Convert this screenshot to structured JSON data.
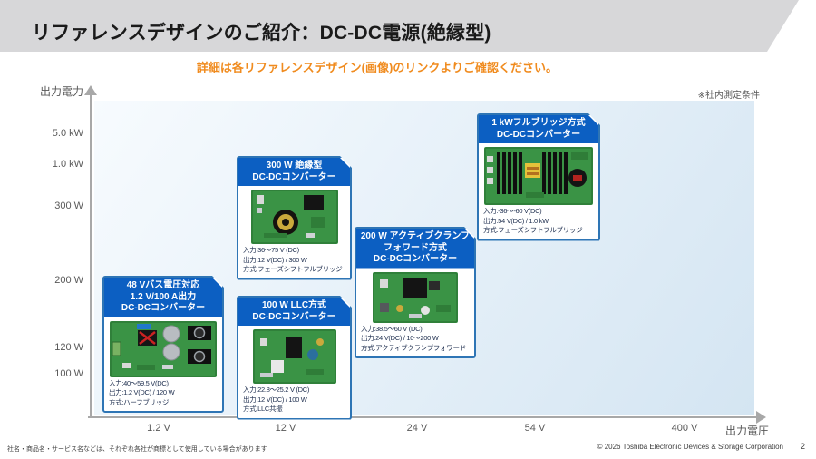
{
  "slide": {
    "title": "リファレンスデザインのご紹介：DC-DC電源(絶縁型)",
    "subtitle": "詳細は各リファレンスデザイン(画像)のリンクよりご確認ください。",
    "note": "※社内測定条件",
    "footer_left": "社名・商品名・サービス名などは、それぞれ各社が商標として使用している場合があります",
    "footer_copyright": "© 2026 Toshiba Electronic Devices & Storage Corporation",
    "page_number": "2"
  },
  "colors": {
    "header_bar_gray": "#d7d7d9",
    "card_header_blue": "#0c5fc2",
    "card_border_blue": "#2e75b5",
    "subtitle_orange": "#f08b1e",
    "plot_blue_start": "#f7fbfe",
    "plot_blue_end": "#d4e5f2"
  },
  "chart": {
    "y_axis_label": "出力電力",
    "x_axis_label": "出力電圧",
    "y_ticks": [
      "5.0 kW",
      "1.0 kW",
      "300 W",
      "200 W",
      "120 W",
      "100 W"
    ],
    "x_ticks": [
      "1.2 V",
      "12 V",
      "24 V",
      "54 V",
      "400 V"
    ]
  },
  "chart_data": {
    "type": "scatter",
    "title": "リファレンスデザイン位置づけ(出力電圧×出力電力)",
    "xlabel": "出力電圧",
    "ylabel": "出力電力",
    "x_tick_labels": [
      "1.2 V",
      "12 V",
      "24 V",
      "54 V",
      "400 V"
    ],
    "y_tick_labels": [
      "100 W",
      "120 W",
      "200 W",
      "300 W",
      "1.0 kW",
      "5.0 kW"
    ],
    "points": [
      {
        "name": "48 Vバス電圧対応 1.2 V/100 A出力 DC-DCコンバーター",
        "x": "1.2 V",
        "y": "120 W"
      },
      {
        "name": "100 W LLC方式 DC-DCコンバーター",
        "x": "12 V",
        "y": "100 W"
      },
      {
        "name": "300 W 絶縁型 DC-DCコンバーター",
        "x": "12 V",
        "y": "300 W"
      },
      {
        "name": "200 W アクティブクランプ フォワード方式 DC-DCコンバーター",
        "x": "24 V",
        "y": "200 W"
      },
      {
        "name": "1 kWフルブリッジ方式 DC-DCコンバーター",
        "x": "54 V",
        "y": "1.0 kW"
      }
    ]
  },
  "cards": [
    {
      "id": "48v-bus",
      "title_lines": [
        "48 Vバス電圧対応",
        "1.2 V/100 A出力",
        "DC-DCコンバーター"
      ],
      "specs": [
        "入力:40～59.5 V(DC)",
        "出力:1.2 V(DC) / 120 W",
        "方式:ハーフブリッジ"
      ]
    },
    {
      "id": "300w-isolated",
      "title_lines": [
        "300 W 絶縁型",
        "DC-DCコンバーター"
      ],
      "specs": [
        "入力:36～75 V (DC)",
        "出力:12 V(DC) / 300 W",
        "方式:フェーズシフトフルブリッジ"
      ]
    },
    {
      "id": "100w-llc",
      "title_lines": [
        "100 W LLC方式",
        "DC-DCコンバーター"
      ],
      "specs": [
        "入力:22.8～25.2 V (DC)",
        "出力:12 V(DC) / 100 W",
        "方式:LLC共振"
      ]
    },
    {
      "id": "200w-active-clamp",
      "title_lines": [
        "200 W アクティブクランプ",
        "フォワード方式",
        "DC-DCコンバーター"
      ],
      "specs": [
        "入力:38.5～60 V (DC)",
        "出力:24 V(DC) / 10～200 W",
        "方式:アクティブクランプフォワード"
      ]
    },
    {
      "id": "1kw-full-bridge",
      "title_lines": [
        "1 kWフルブリッジ方式",
        "DC-DCコンバーター"
      ],
      "specs": [
        "入力:-36～-60 V(DC)",
        "出力:54 V(DC) / 1.0 kW",
        "方式:フェーズシフトフルブリッジ"
      ]
    }
  ]
}
